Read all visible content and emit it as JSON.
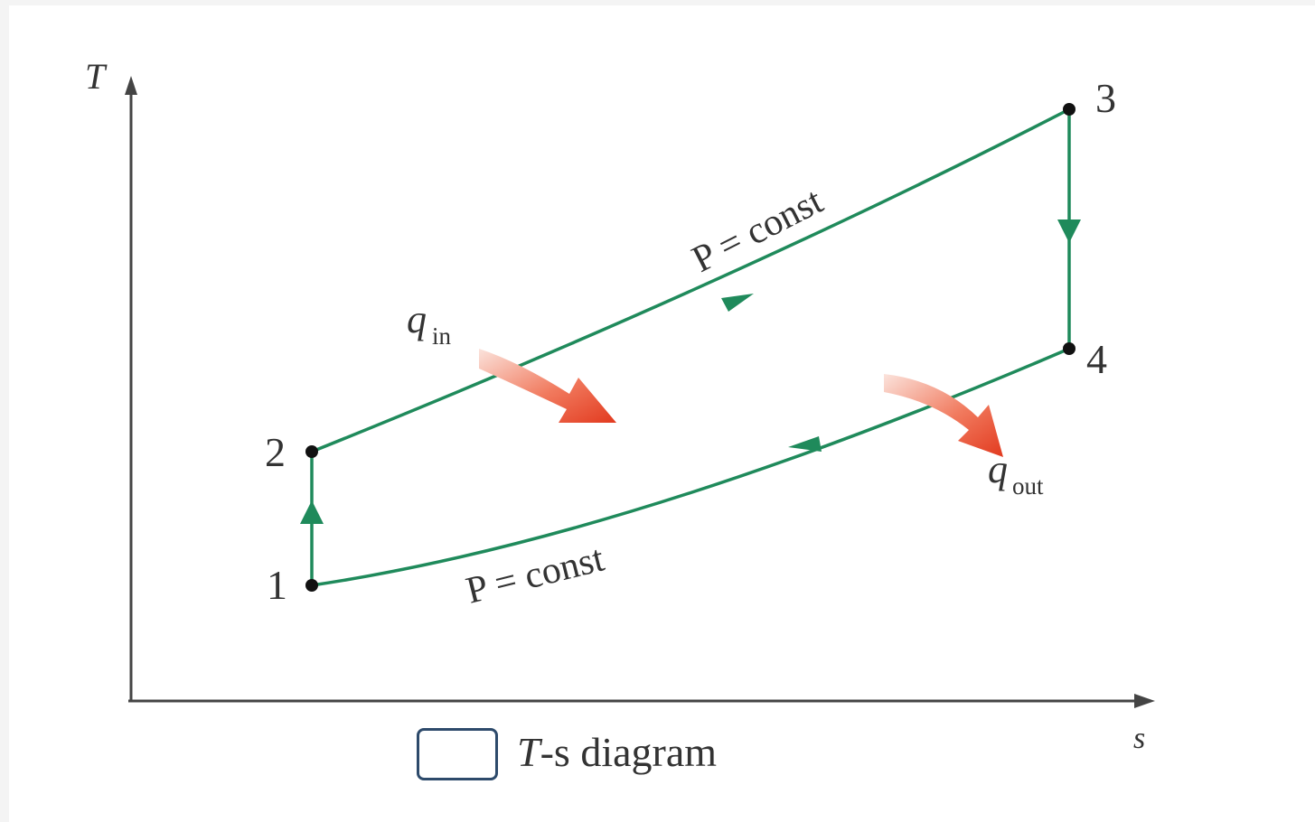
{
  "axes": {
    "y_label": "T",
    "x_label": "s"
  },
  "states": [
    {
      "id": "1",
      "label": "1"
    },
    {
      "id": "2",
      "label": "2"
    },
    {
      "id": "3",
      "label": "3"
    },
    {
      "id": "4",
      "label": "4"
    }
  ],
  "processes": {
    "top_label": "P = const",
    "bottom_label": "P = const"
  },
  "heat": {
    "in_symbol": "q",
    "in_subscript": "in",
    "out_symbol": "q",
    "out_subscript": "out"
  },
  "caption": {
    "t": "T",
    "rest": "-s diagram"
  },
  "colors": {
    "process_line": "#1f8a5b",
    "heat_arrow": "#e8442a",
    "axis": "#444444",
    "checkbox_border": "#2d4a6b"
  }
}
